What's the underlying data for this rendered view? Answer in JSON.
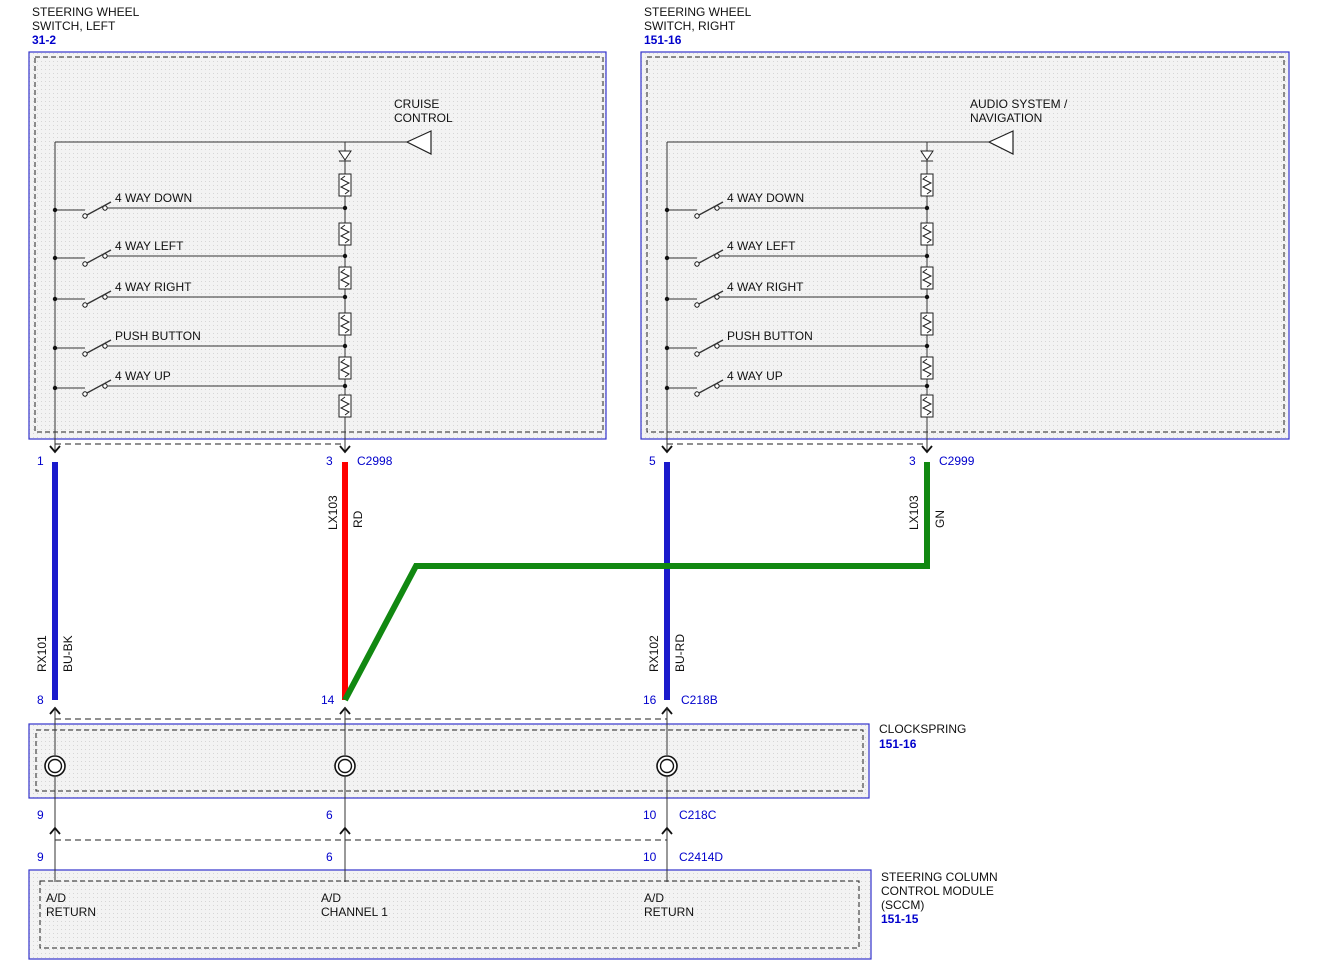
{
  "colors": {
    "blue": "#1a1acc",
    "red": "#ff0000",
    "green": "#118811",
    "ref": "#0000cc"
  },
  "left_switch": {
    "title1": "STEERING WHEEL",
    "title2": "SWITCH, LEFT",
    "ref": "31-2",
    "signal1": "CRUISE",
    "signal2": "CONTROL",
    "switches": [
      "4 WAY DOWN",
      "4 WAY LEFT",
      "4 WAY RIGHT",
      "PUSH BUTTON",
      "4 WAY UP"
    ]
  },
  "right_switch": {
    "title1": "STEERING WHEEL",
    "title2": "SWITCH, RIGHT",
    "ref": "151-16",
    "signal1": "AUDIO SYSTEM /",
    "signal2": "NAVIGATION",
    "switches": [
      "4 WAY DOWN",
      "4 WAY LEFT",
      "4 WAY RIGHT",
      "PUSH BUTTON",
      "4 WAY UP"
    ]
  },
  "connectors": {
    "c2998": "C2998",
    "c2999": "C2999",
    "c218b": "C218B",
    "c218c": "C218C",
    "c2414d": "C2414D"
  },
  "pins": {
    "sw_left_1": "1",
    "sw_left_3": "3",
    "sw_right_5": "5",
    "sw_right_3": "3",
    "cs_top_8": "8",
    "cs_top_14": "14",
    "cs_top_16": "16",
    "cs_bot_9": "9",
    "cs_bot_6": "6",
    "cs_bot_10": "10",
    "sccm_9": "9",
    "sccm_6": "6",
    "sccm_10": "10"
  },
  "circuits": {
    "rx101": "RX101",
    "bu_bk": "BU-BK",
    "lx103_left": "LX103",
    "rd": "RD",
    "lx103_right": "LX103",
    "gn": "GN",
    "rx102": "RX102",
    "bu_rd": "BU-RD"
  },
  "clockspring": {
    "title": "CLOCKSPRING",
    "ref": "151-16"
  },
  "sccm": {
    "title1": "STEERING COLUMN",
    "title2": "CONTROL MODULE",
    "title3": "(SCCM)",
    "ref": "151-15",
    "pin_labels": [
      {
        "l1": "A/D",
        "l2": "RETURN"
      },
      {
        "l1": "A/D",
        "l2": "CHANNEL 1"
      },
      {
        "l1": "A/D",
        "l2": "RETURN"
      }
    ]
  }
}
